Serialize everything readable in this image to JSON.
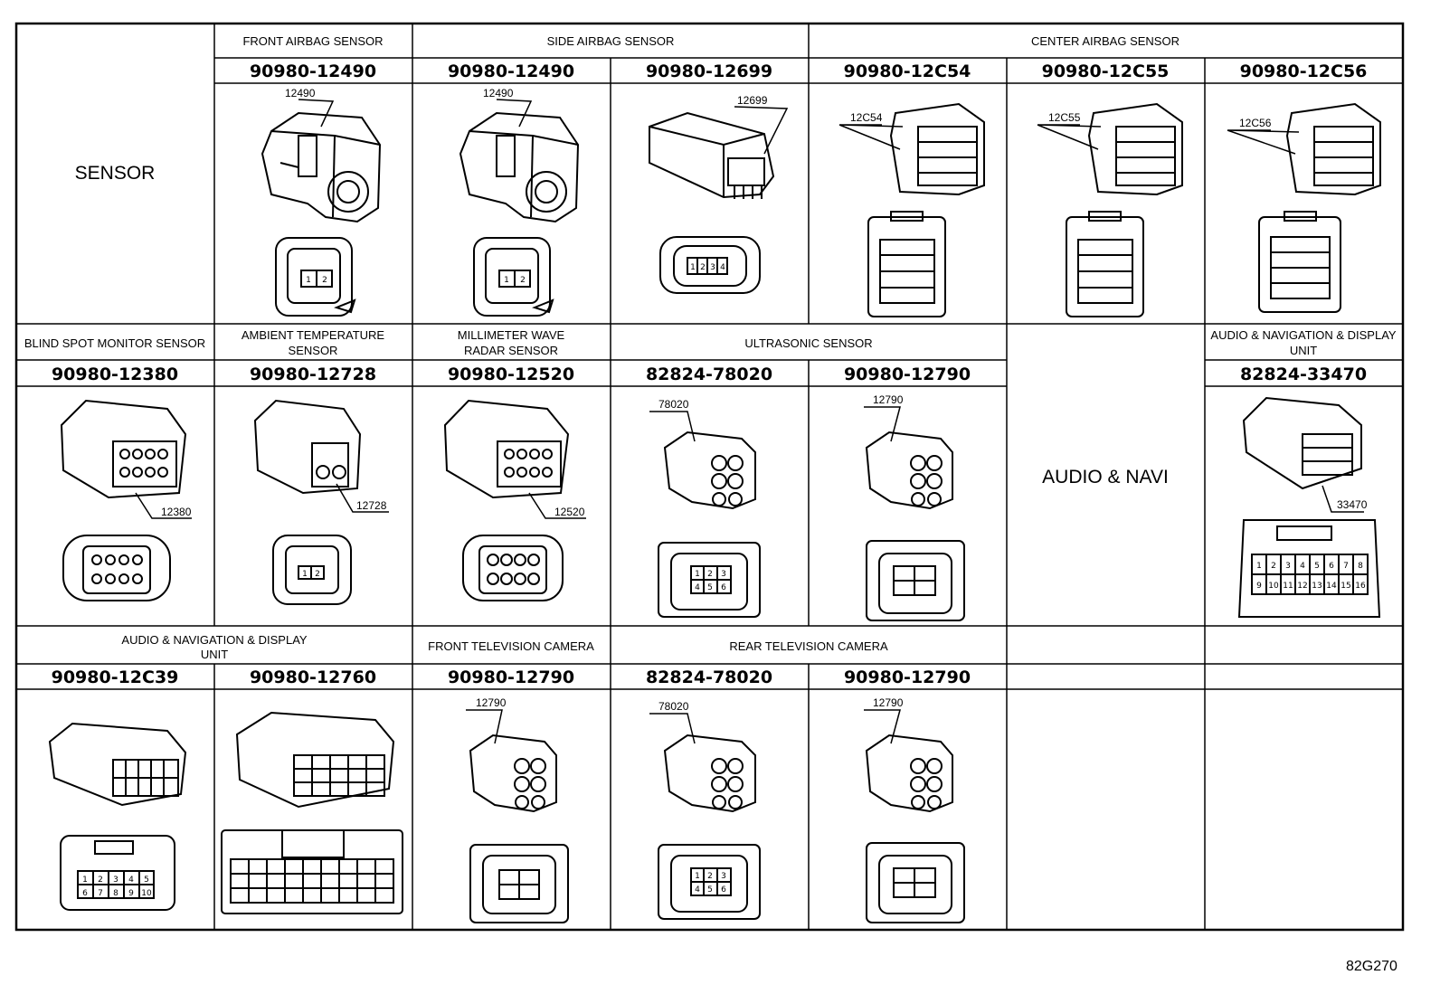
{
  "title_cell": "SENSOR",
  "row1": {
    "groups": [
      "FRONT AIRBAG SENSOR",
      "SIDE AIRBAG SENSOR",
      "CENTER AIRBAG SENSOR"
    ],
    "parts": [
      "90980-12490",
      "90980-12490",
      "90980-12699",
      "90980-12C54",
      "90980-12C55",
      "90980-12C56"
    ],
    "callouts": [
      "12490",
      "12490",
      "12699",
      "12C54",
      "12C55",
      "12C56"
    ],
    "pins": {
      "front_airbag": [
        "1",
        "2"
      ],
      "side_airbag": [
        "1",
        "2"
      ],
      "side_airbag_12699": [
        "1",
        "2",
        "3",
        "4"
      ]
    }
  },
  "row2": {
    "groups": [
      "BLIND SPOT MONITOR SENSOR",
      "AMBIENT TEMPERATURE SENSOR",
      "MILLIMETER WAVE RADAR SENSOR",
      "ULTRASONIC SENSOR",
      "AUDIO & NAVIGATION & DISPLAY UNIT"
    ],
    "group_lines": [
      [
        "BLIND SPOT MONITOR SENSOR"
      ],
      [
        "AMBIENT TEMPERATURE",
        "SENSOR"
      ],
      [
        "MILLIMETER WAVE",
        "RADAR SENSOR"
      ],
      [
        "ULTRASONIC SENSOR"
      ],
      [
        "AUDIO & NAVIGATION & DISPLAY",
        "UNIT"
      ]
    ],
    "parts": [
      "90980-12380",
      "90980-12728",
      "90980-12520",
      "82824-78020",
      "90980-12790",
      "82824-33470"
    ],
    "callouts": [
      "12380",
      "12728",
      "12520",
      "78020",
      "12790",
      "33470"
    ],
    "merged_label": "AUDIO & NAVI",
    "pins": {
      "ambient": [
        "1",
        "2"
      ],
      "ultrasonic_78020": [
        "1",
        "2",
        "3",
        "4",
        "5",
        "6"
      ],
      "audio_33470": [
        "1",
        "2",
        "3",
        "4",
        "5",
        "6",
        "7",
        "8",
        "9",
        "10",
        "11",
        "12",
        "13",
        "14",
        "15",
        "16"
      ]
    }
  },
  "row3": {
    "group_lines": [
      [
        "AUDIO & NAVIGATION & DISPLAY",
        "UNIT"
      ],
      [
        "FRONT TELEVISION CAMERA"
      ],
      [
        "REAR TELEVISION CAMERA"
      ]
    ],
    "parts": [
      "90980-12C39",
      "90980-12760",
      "90980-12790",
      "82824-78020",
      "90980-12790"
    ],
    "callouts": [
      "12790",
      "78020",
      "12790"
    ],
    "pins": {
      "audio_12c39": [
        "1",
        "2",
        "3",
        "4",
        "5",
        "6",
        "7",
        "8",
        "9",
        "10"
      ],
      "rear_78020": [
        "1",
        "2",
        "3",
        "4",
        "5",
        "6"
      ]
    }
  },
  "figure_code": "82G270"
}
